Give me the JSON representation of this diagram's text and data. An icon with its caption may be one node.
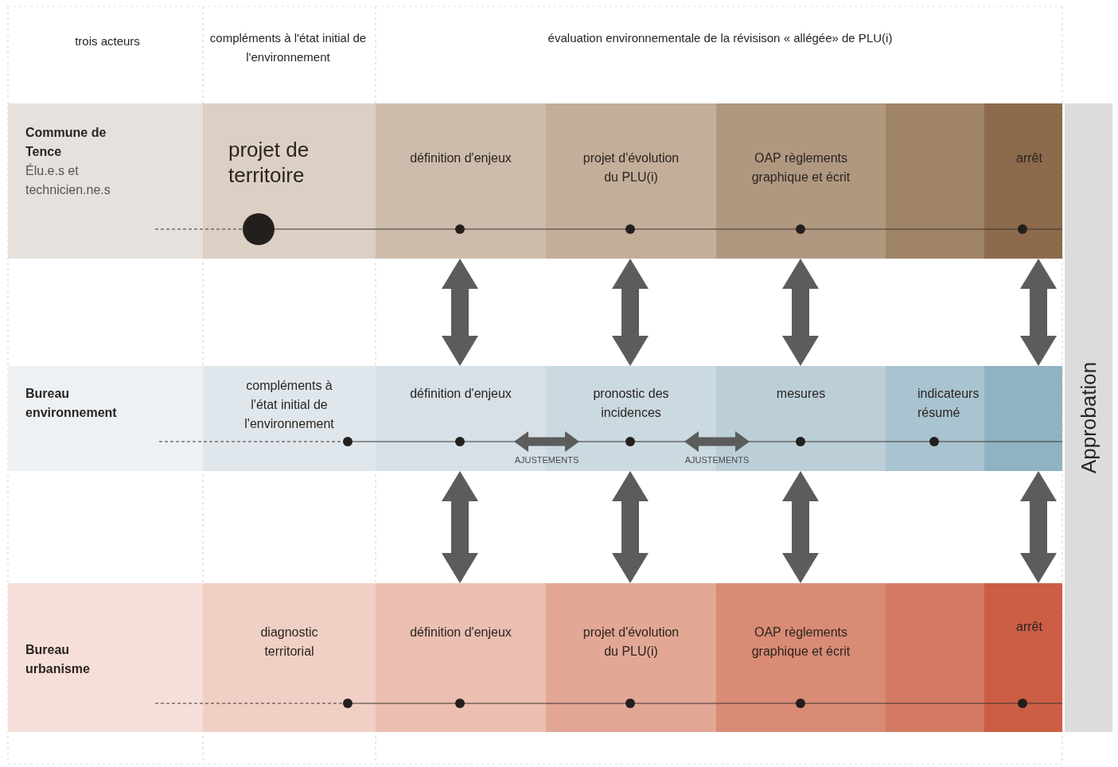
{
  "diagram": {
    "nodes": [
      {
        "text": [
          "Commune de Tence",
          "Élu.e.s et technicien.ne.s"
        ]
      },
      {
        "text": [
          "projet de territoire"
        ]
      },
      {
        "text": [
          "définition d'enjeux"
        ]
      },
      {
        "text": [
          "projet d'évolution du PLU(i)"
        ]
      },
      {
        "text": [
          "OAP règlements graphique et écrit"
        ]
      },
      {
        "text": [],
        "shape": "box"
      },
      {
        "text": [
          "arrêt"
        ]
      },
      {
        "text": [
          "Bureau environnement"
        ]
      },
      {
        "text": [
          "compléments à l'état initial de l'environnement"
        ]
      },
      {
        "text": [
          "définition d'enjeux"
        ]
      },
      {
        "text": [
          "pronostic des incidences"
        ]
      },
      {
        "text": [
          "mesures"
        ]
      },
      {
        "text": [
          "indicateurs résumé"
        ]
      },
      {
        "text": [],
        "shape": "box"
      },
      {
        "text": [
          "Bureau urbanisme"
        ]
      },
      {
        "text": [
          "diagnostic territorial"
        ]
      },
      {
        "text": [
          "définition d'enjeux"
        ]
      },
      {
        "text": [
          "projet d'évolution du PLU(i)"
        ]
      },
      {
        "text": [
          "OAP règlements graphique et écrit"
        ]
      },
      {
        "text": [],
        "shape": "box"
      },
      {
        "text": [
          "arrêt"
        ]
      },
      {
        "text": [
          "Approbation"
        ]
      }
    ],
    "edges": [
      {
        "from": 2,
        "to": 9,
        "arrow": "both"
      },
      {
        "from": 3,
        "to": 10,
        "arrow": "both"
      },
      {
        "from": 4,
        "to": 11,
        "arrow": "both"
      },
      {
        "from": 6,
        "to": 13,
        "arrow": "both"
      },
      {
        "from": 9,
        "to": 10,
        "arrow": "both",
        "label": "AJUSTEMENTS"
      },
      {
        "from": 10,
        "to": 11,
        "arrow": "both",
        "label": "AJUSTEMENTS"
      },
      {
        "from": 9,
        "to": 16,
        "arrow": "both"
      },
      {
        "from": 10,
        "to": 17,
        "arrow": "both"
      },
      {
        "from": 11,
        "to": 18,
        "arrow": "both"
      },
      {
        "from": 13,
        "to": 20,
        "arrow": "both"
      }
    ],
    "labels": [
      "trois acteurs",
      "compléments à l'état initial de l'environnement",
      "évaluation environnementale de la révisison « allégée» de PLU(i)"
    ]
  }
}
